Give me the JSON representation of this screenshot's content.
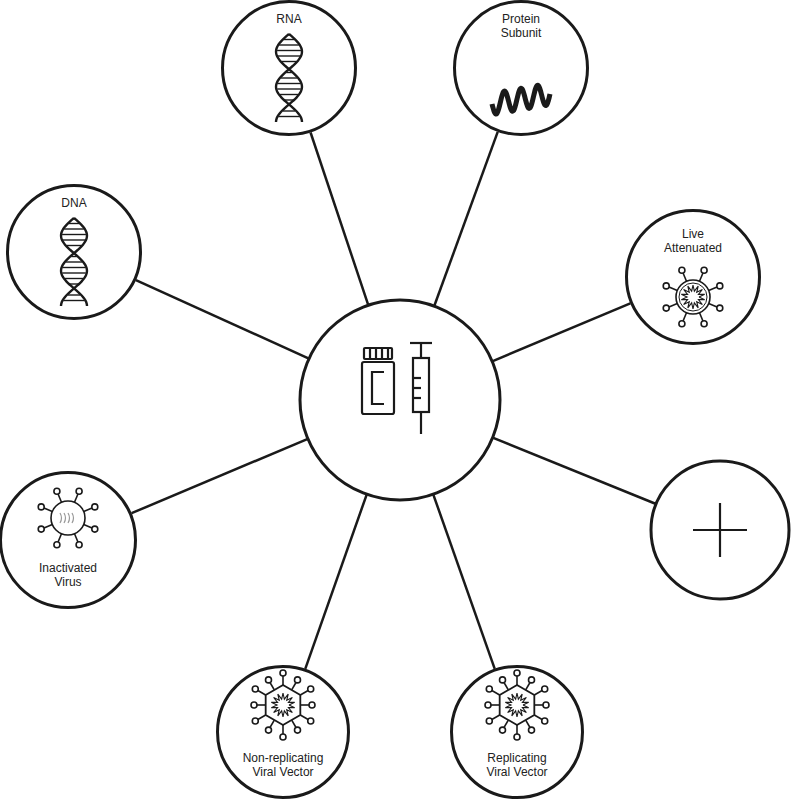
{
  "diagram": {
    "nodes": [
      {
        "text": [
          "RNA"
        ]
      },
      {
        "text": [
          "Protein Subunit"
        ]
      },
      {
        "text": [
          "DNA"
        ]
      },
      {
        "text": [
          "Live Attenuated"
        ]
      },
      {
        "text": [
          "Inactivated Virus"
        ]
      },
      {
        "text": [
          "Non-replicating Viral Vector"
        ]
      },
      {
        "text": [
          "Replicating Viral Vector"
        ]
      }
    ]
  }
}
